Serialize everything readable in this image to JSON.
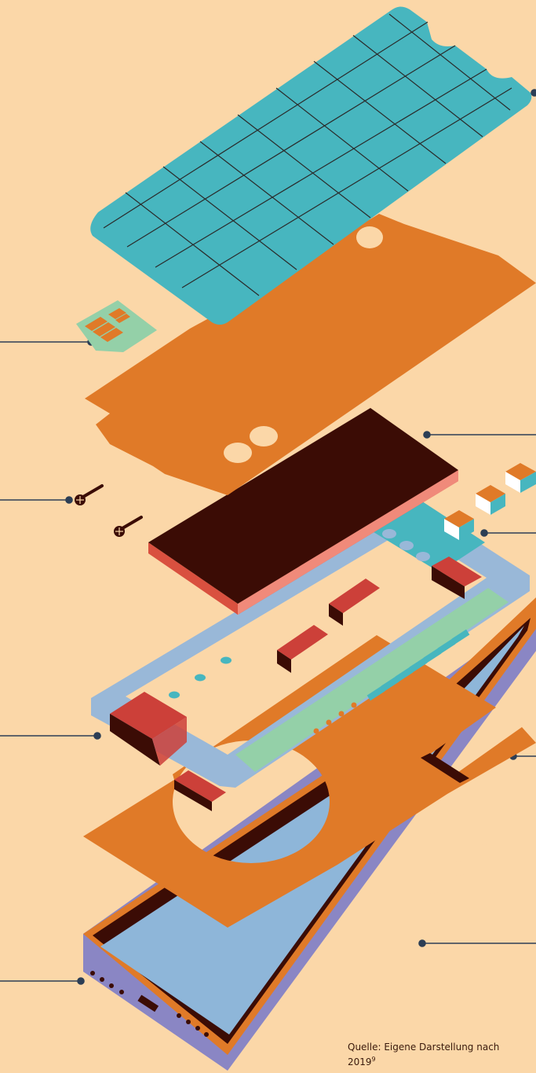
{
  "diagram": {
    "title": "",
    "components": [
      {
        "name": "display-glass-layer"
      },
      {
        "name": "sim-card"
      },
      {
        "name": "upper-shield-sheet"
      },
      {
        "name": "battery"
      },
      {
        "name": "screws"
      },
      {
        "name": "small-component-cubes"
      },
      {
        "name": "circuit-board-frame"
      },
      {
        "name": "lower-shield-sheet"
      },
      {
        "name": "phone-housing"
      }
    ],
    "colors": {
      "background": "#fbd7a8",
      "glass": "#47b6bf",
      "orange_sheet": "#e07a28",
      "battery_top": "#3b0c05",
      "battery_side": "#d9503f",
      "board": "#99b8d8",
      "chip_red": "#cc4039",
      "strip_green": "#94d0a8",
      "housing_rim": "#e07a28",
      "housing_floor": "#8eb6d9",
      "housing_side": "#8a86c4",
      "leader_line": "#2c3e55"
    }
  },
  "source": {
    "text": "Quelle: Eigene Darstellung nach",
    "year": "2019",
    "footnote": "9"
  }
}
